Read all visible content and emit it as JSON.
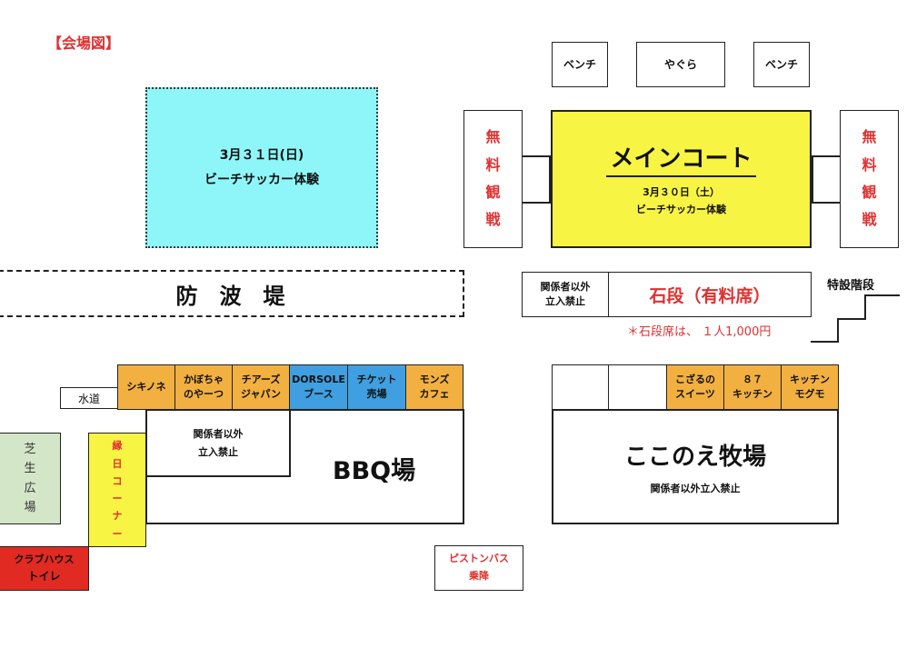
{
  "title": "【会場図】",
  "top_booths": {
    "left": "ベンチ",
    "center": "やぐら",
    "right": "ベンチ"
  },
  "beach_area": {
    "line1": "3月３１日(日)",
    "line2": "ビーチサッカー体験"
  },
  "main_court": {
    "title": "メインコート",
    "date": "3月３０日（土）",
    "event": "ビーチサッカー体験"
  },
  "free_viewing_left": [
    "無",
    "料",
    "観",
    "戦"
  ],
  "free_viewing_right": [
    "無",
    "料",
    "観",
    "戦"
  ],
  "breakwater": "防　波　堤",
  "stone_steps": {
    "staff_only_line1": "関係者以外",
    "staff_only_line2": "立入禁止",
    "label": "石段（有料席）",
    "note": "＊石段席は、 １人1,000円"
  },
  "temporary_stairs": "特設階段",
  "water_label": "水道",
  "left_shops": [
    {
      "line1": "シキノネ",
      "line2": "",
      "color": "#f2b040"
    },
    {
      "line1": "かぼちゃ",
      "line2": "のやーつ",
      "color": "#f2b040"
    },
    {
      "line1": "チアーズ",
      "line2": "ジャパン",
      "color": "#f2b040"
    },
    {
      "line1": "DORSOLE",
      "line2": "ブース",
      "color": "#3f9fe0"
    },
    {
      "line1": "チケット",
      "line2": "売場",
      "color": "#3f9fe0"
    },
    {
      "line1": "モンズ",
      "line2": "カフェ",
      "color": "#f2b040"
    }
  ],
  "right_shops": [
    {
      "line1": "",
      "line2": "",
      "color": "#ffffff"
    },
    {
      "line1": "",
      "line2": "",
      "color": "#ffffff"
    },
    {
      "line1": "こざるの",
      "line2": "スイーツ",
      "color": "#f2b040"
    },
    {
      "line1": "８７",
      "line2": "キッチン",
      "color": "#f2b040"
    },
    {
      "line1": "キッチン",
      "line2": "モグモ",
      "color": "#f2b040"
    }
  ],
  "bbq": {
    "label": "BBQ場",
    "staff_line1": "関係者以外",
    "staff_line2": "立入禁止"
  },
  "ranch": {
    "label": "ここのえ牧場",
    "sub": "関係者以外立入禁止"
  },
  "lawn": [
    "芝",
    "生",
    "広",
    "場"
  ],
  "fair_corner": [
    "縁",
    "日",
    "コ",
    "ー",
    "ナ",
    "ー"
  ],
  "clubhouse": {
    "line1": "クラブハウス",
    "line2": "トイレ"
  },
  "shuttle": {
    "line1": "ピストンバス",
    "line2": "乗降"
  },
  "colors": {
    "title_red": "#e03030",
    "beach_area": "#8ef6f8",
    "main_court": "#f8f444",
    "shop_orange": "#f2b040",
    "shop_blue": "#3f9fe0",
    "lawn_green": "#d4e6c8",
    "fair_yellow": "#f8f444",
    "clubhouse_red": "#e02a22"
  }
}
